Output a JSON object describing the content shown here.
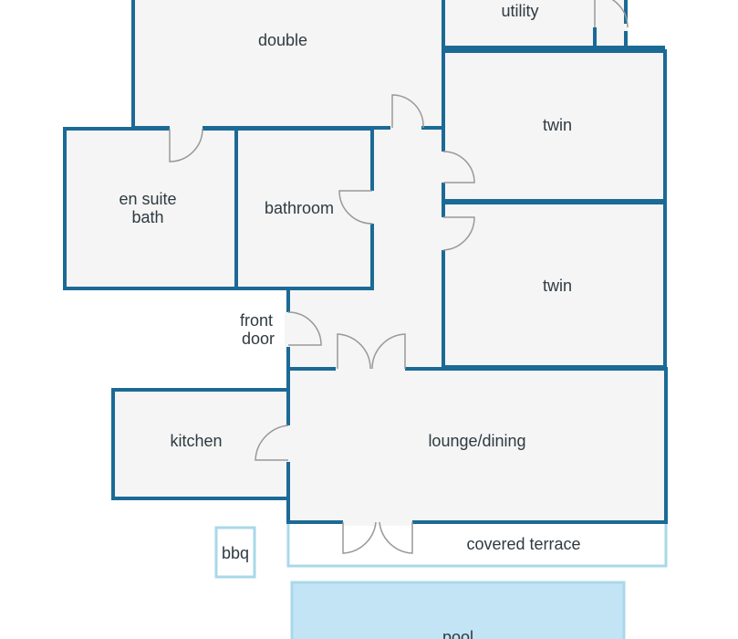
{
  "rooms": {
    "double": "double",
    "utility": "utility",
    "twin_upper": "twin",
    "twin_lower": "twin",
    "en_suite_line1": "en suite",
    "en_suite_line2": "bath",
    "bathroom": "bathroom",
    "front_door_line1": "front",
    "front_door_line2": "door",
    "kitchen": "kitchen",
    "lounge_dining": "lounge/dining",
    "covered_terrace": "covered terrace",
    "bbq": "bbq",
    "pool": "pool"
  },
  "colors": {
    "wall": "#1b6a96",
    "floor": "#f5f5f5",
    "outdoor_outline": "#a9d8ea",
    "pool_fill": "#c3e4f5",
    "door_swing": "#999999"
  }
}
